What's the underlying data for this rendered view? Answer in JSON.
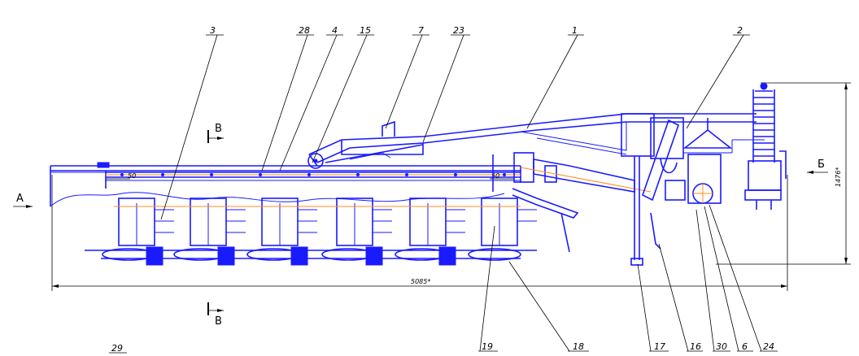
{
  "leaders": [
    {
      "id": "3",
      "label": "3"
    },
    {
      "id": "28",
      "label": "28"
    },
    {
      "id": "4",
      "label": "4"
    },
    {
      "id": "15",
      "label": "15"
    },
    {
      "id": "7",
      "label": "7"
    },
    {
      "id": "23",
      "label": "23"
    },
    {
      "id": "1",
      "label": "1"
    },
    {
      "id": "2",
      "label": "2"
    },
    {
      "id": "19",
      "label": "19"
    },
    {
      "id": "18",
      "label": "18"
    },
    {
      "id": "17",
      "label": "17"
    },
    {
      "id": "16",
      "label": "16"
    },
    {
      "id": "30",
      "label": "30"
    },
    {
      "id": "6",
      "label": "6"
    },
    {
      "id": "24",
      "label": "24"
    },
    {
      "id": "29",
      "label": "29"
    }
  ],
  "views": {
    "a": "А",
    "b": "Б",
    "v_top": "В",
    "v_bottom": "В"
  },
  "dimensions": {
    "overall_length": "5085*",
    "height": "1476*",
    "gap_left": "50",
    "gap_right": "50"
  },
  "colors": {
    "main": "#1a1aff",
    "axis": "#ff8c1a",
    "dimension": "#000000"
  }
}
